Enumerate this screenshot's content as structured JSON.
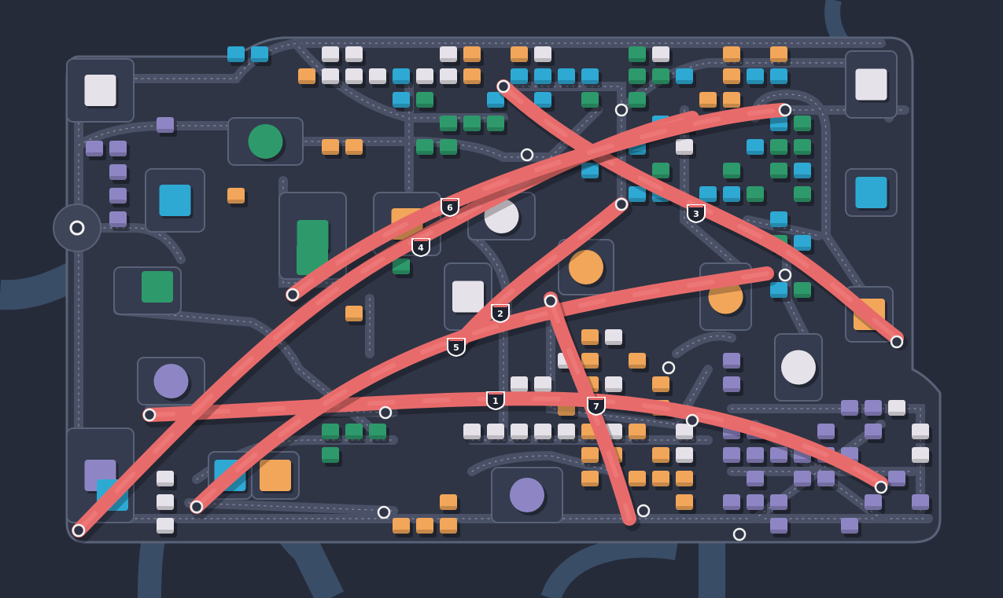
{
  "colors": {
    "background": "#262b3a",
    "river": "#3a4d66",
    "plate": "#353c4f",
    "plate_border": "#5a6278",
    "road": "#4a5166",
    "road_line": "#8a90a2",
    "highway": "#e86b6b",
    "highway_core": "#f07f7f",
    "badge": "#1f2330",
    "house_blue": "#2ea9d4",
    "house_green": "#2e9a6c",
    "house_orange": "#f2a65a",
    "house_white": "#e6e2ea",
    "house_purple": "#8e86c4",
    "house_purple_dark": "#6c6499"
  },
  "highways": [
    {
      "number": "1"
    },
    {
      "number": "2"
    },
    {
      "number": "3"
    },
    {
      "number": "4"
    },
    {
      "number": "5"
    },
    {
      "number": "6"
    },
    {
      "number": "7"
    }
  ],
  "destinations": [
    {
      "color": "white",
      "icon": "square-building-icon"
    },
    {
      "color": "green",
      "icon": "round-building-icon"
    },
    {
      "color": "blue",
      "icon": "square-building-icon"
    },
    {
      "color": "orange",
      "icon": "square-building-icon"
    },
    {
      "color": "white",
      "icon": "round-building-icon"
    },
    {
      "color": "orange",
      "icon": "round-building-icon"
    },
    {
      "color": "green",
      "icon": "square-building-icon"
    },
    {
      "color": "white",
      "icon": "square-building-icon"
    },
    {
      "color": "purple",
      "icon": "round-building-icon"
    },
    {
      "color": "blue",
      "icon": "square-building-icon"
    },
    {
      "color": "orange",
      "icon": "square-building-icon"
    },
    {
      "color": "purple",
      "icon": "round-building-icon"
    },
    {
      "color": "purple",
      "icon": "square-building-icon"
    },
    {
      "color": "blue",
      "icon": "square-building-icon"
    },
    {
      "color": "orange",
      "icon": "square-building-icon"
    },
    {
      "color": "white",
      "icon": "square-building-icon"
    },
    {
      "color": "orange",
      "icon": "round-building-icon"
    },
    {
      "color": "orange",
      "icon": "square-building-icon"
    },
    {
      "color": "white",
      "icon": "round-building-icon"
    }
  ]
}
